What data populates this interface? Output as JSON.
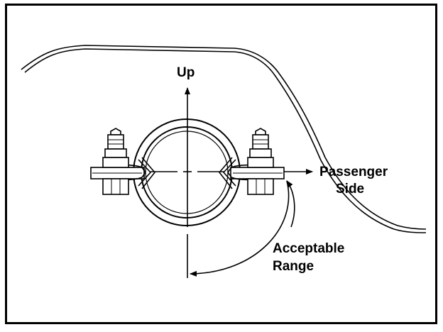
{
  "labels": {
    "up": "Up",
    "passenger_line1": "Passenger",
    "passenger_line2": "Side",
    "range_line1": "Acceptable",
    "range_line2": "Range"
  },
  "colors": {
    "ink": "#000000",
    "background": "#ffffff"
  },
  "icons": [
    "exhaust-hanger-clamp-icon",
    "bolt-icon",
    "arrow-up-icon",
    "arrow-right-icon",
    "curved-double-arrow-icon"
  ]
}
